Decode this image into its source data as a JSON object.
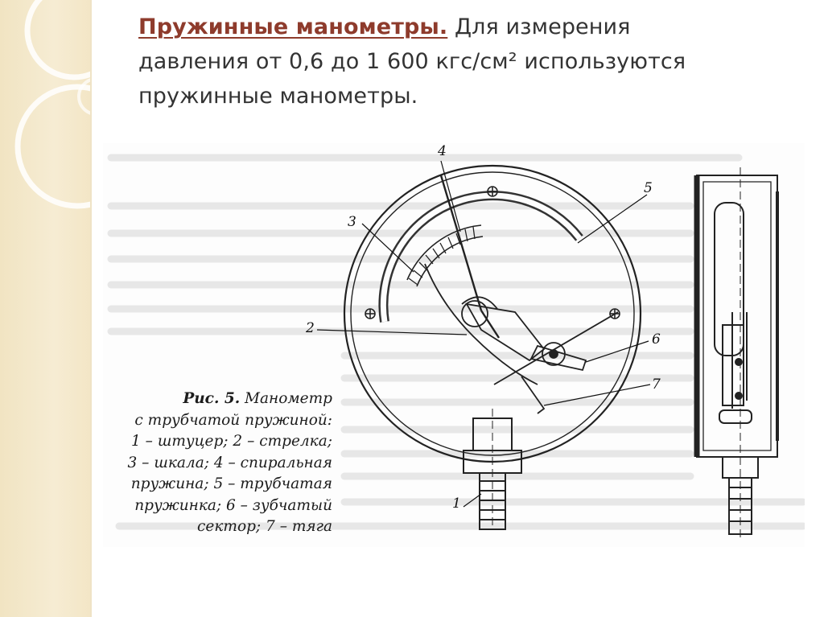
{
  "slide": {
    "heading": "Пружинные манометры.",
    "lines": [
      " Для измерения",
      "давления от 0,6 до 1 600 кгс/см² используются",
      "пружинные манометры."
    ]
  },
  "figure": {
    "caption_title": "Рис. 5.",
    "caption_lines": [
      "Манометр",
      "с трубчатой пружиной:",
      "1 – штуцер; 2 – стрелка;",
      "3 – шкала; 4 – спиральная",
      "пружина; 5 – трубчатая",
      "пружинка; 6 – зубчатый",
      "сектор; 7 – тяга"
    ],
    "callouts": [
      "1",
      "2",
      "3",
      "4",
      "5",
      "6",
      "7"
    ]
  }
}
